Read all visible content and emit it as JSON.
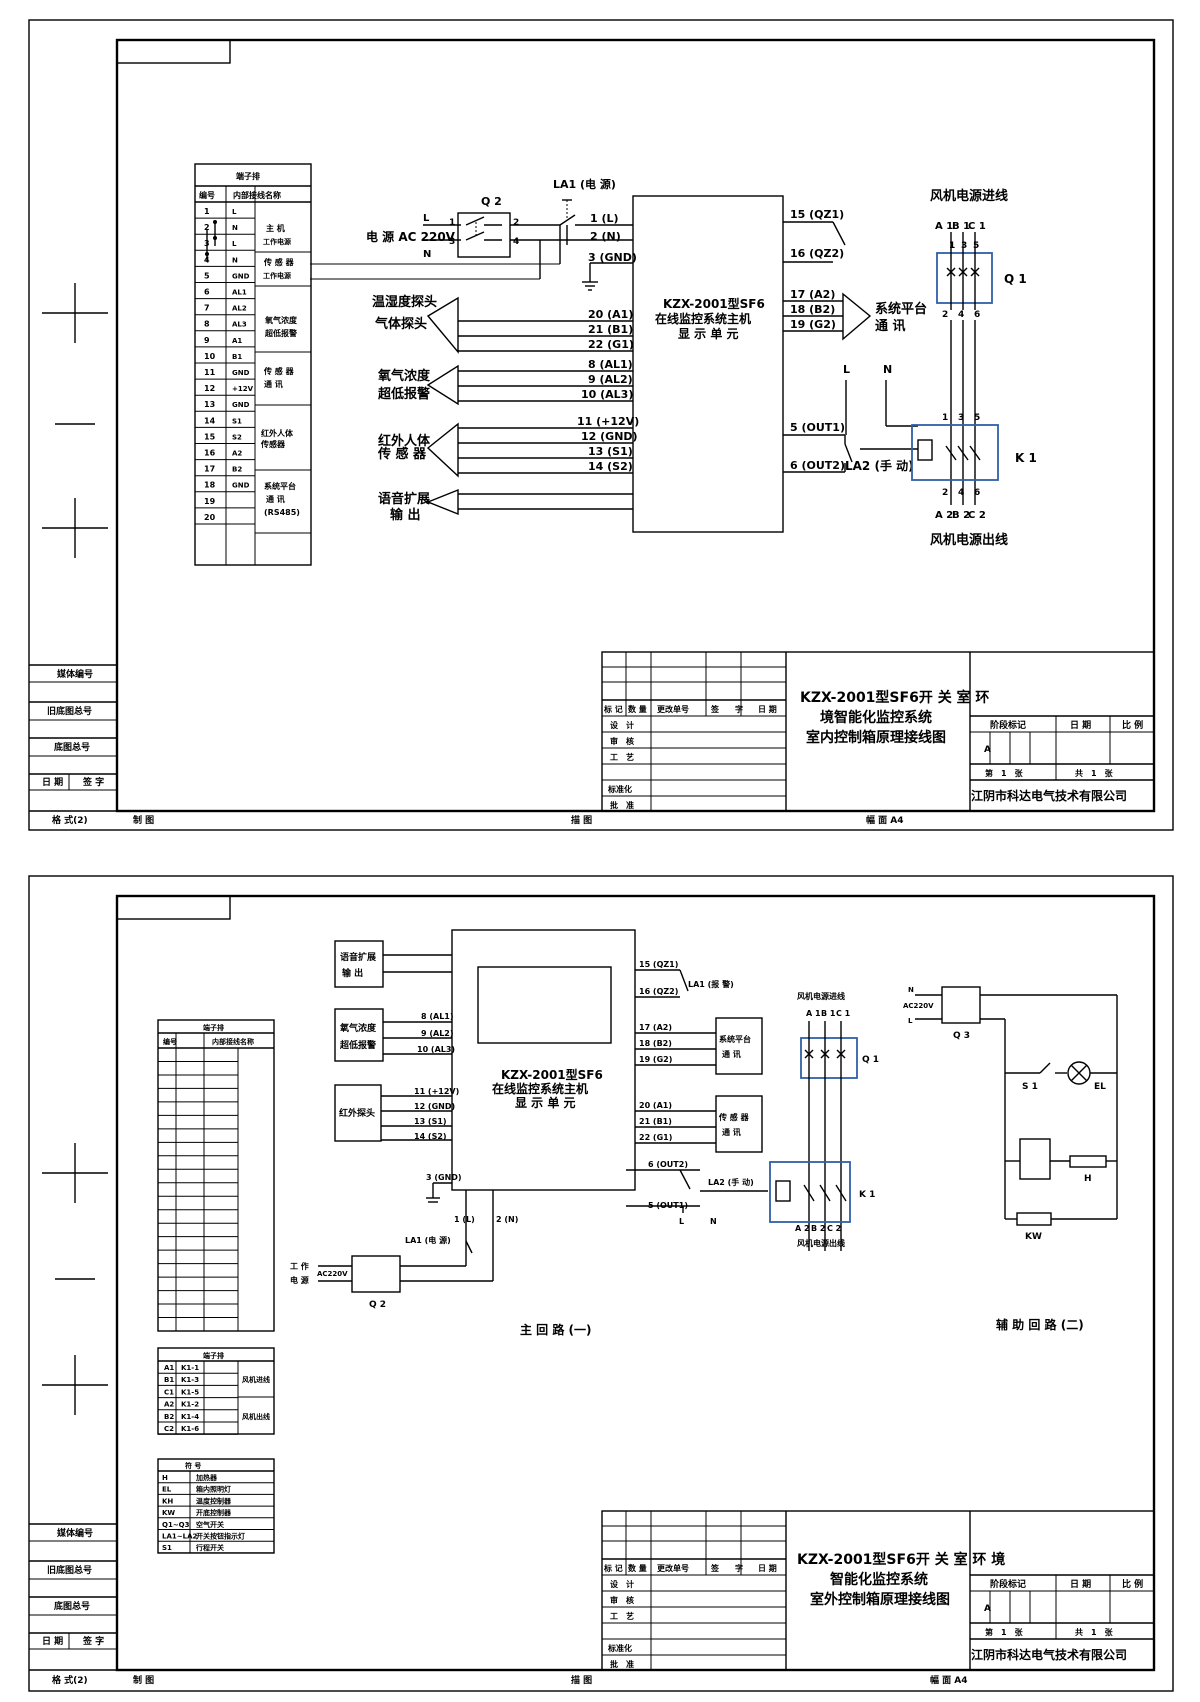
{
  "sheet1": {
    "terminal": {
      "header": "端子排",
      "col_no": "编号",
      "col_name": "内部接线名称",
      "rows": [
        {
          "no": "1",
          "pin": "L"
        },
        {
          "no": "2",
          "pin": "N"
        },
        {
          "no": "3",
          "pin": "L"
        },
        {
          "no": "4",
          "pin": "N"
        },
        {
          "no": "5",
          "pin": "GND"
        },
        {
          "no": "6",
          "pin": "AL1"
        },
        {
          "no": "7",
          "pin": "AL2"
        },
        {
          "no": "8",
          "pin": "AL3"
        },
        {
          "no": "9",
          "pin": "A1"
        },
        {
          "no": "10",
          "pin": "B1"
        },
        {
          "no": "11",
          "pin": "GND"
        },
        {
          "no": "12",
          "pin": "+12V"
        },
        {
          "no": "13",
          "pin": "GND"
        },
        {
          "no": "14",
          "pin": "S1"
        },
        {
          "no": "15",
          "pin": "S2"
        },
        {
          "no": "16",
          "pin": "A2"
        },
        {
          "no": "17",
          "pin": "B2"
        },
        {
          "no": "18",
          "pin": "GND"
        },
        {
          "no": "19",
          "pin": ""
        },
        {
          "no": "20",
          "pin": ""
        }
      ],
      "groups": [
        "主 机",
        "工作电源",
        "传 感 器",
        "工作电源",
        "氧气浓度",
        "超低报警",
        "传 感 器",
        "通 讯",
        "红外人体",
        "传感器",
        "系统平台",
        "通 讯",
        "(RS485)"
      ]
    },
    "power_label": "电 源 AC 220V",
    "l": "L",
    "n": "N",
    "q2": "Q 2",
    "la1": "LA1 (电 源)",
    "q2_pins": [
      "1",
      "2",
      "3",
      "4"
    ],
    "unit": [
      "KZX-2001型SF6",
      "在线监控系统主机",
      "显 示 单 元"
    ],
    "left_terms": [
      "1 (L)",
      "2 (N)",
      "3 (GND)",
      "20 (A1)",
      "21 (B1)",
      "22 (G1)",
      "8 (AL1)",
      "9 (AL2)",
      "10 (AL3)",
      "11 (+12V)",
      "12 (GND)",
      "13 (S1)",
      "14 (S2)"
    ],
    "right_terms": [
      "15 (QZ1)",
      "16 (QZ2)",
      "17 (A2)",
      "18 (B2)",
      "19 (G2)",
      "5 (OUT1)",
      "6 (OUT2)"
    ],
    "sensors": [
      "温湿度探头",
      "气体探头",
      "氧气浓度",
      "超低报警",
      "红外人体",
      "传 感 器",
      "语音扩展",
      "输 出"
    ],
    "platform": [
      "系统平台",
      "通 讯"
    ],
    "la2": "LA2 (手 动)",
    "fan_in": "风机电源进线",
    "fan_out": "风机电源出线",
    "phase_in": [
      "A 1",
      "B 1",
      "C 1"
    ],
    "phase_out": [
      "A 2",
      "B 2",
      "C 2"
    ],
    "q1": "Q 1",
    "k1": "K 1",
    "q1_pins_top": [
      "1",
      "3",
      "5"
    ],
    "q1_pins_bot": [
      "2",
      "4",
      "6"
    ],
    "ln_l": "L",
    "ln_n": "N",
    "title": [
      "KZX-2001型SF6开 关 室 环",
      "境智能化监控系统",
      "室内控制箱原理接线图"
    ]
  },
  "sheet2": {
    "terminal": {
      "header": "端子排",
      "col_no": "编号",
      "col_name": "内部接线名称",
      "rows_count": 21
    },
    "terminal2": {
      "header": "端子排",
      "rows": [
        [
          "A1",
          "K1-1"
        ],
        [
          "B1",
          "K1-3"
        ],
        [
          "C1",
          "K1-5"
        ],
        [
          "A2",
          "K1-2"
        ],
        [
          "B2",
          "K1-4"
        ],
        [
          "C2",
          "K1-6"
        ]
      ],
      "groups": [
        "风机进线",
        "风机出线"
      ]
    },
    "legend": {
      "header": "符 号",
      "rows": [
        [
          "H",
          "加热器"
        ],
        [
          "EL",
          "箱内照明灯"
        ],
        [
          "KH",
          "温度控制器"
        ],
        [
          "KW",
          "开底控制器"
        ],
        [
          "Q1~Q3",
          "空气开关"
        ],
        [
          "LA1~LA2",
          "开关按钮指示灯"
        ],
        [
          "S1",
          "行程开关"
        ]
      ]
    },
    "voice": [
      "语音扩展",
      "输 出"
    ],
    "oxygen": [
      "氧气浓度",
      "超低报警"
    ],
    "ir": "红外探头",
    "unit": [
      "KZX-2001型SF6",
      "在线监控系统主机",
      "显 示 单 元"
    ],
    "left_terms": [
      "8 (AL1)",
      "9 (AL2)",
      "10 (AL3)",
      "11 (+12V)",
      "12 (GND)",
      "13 (S1)",
      "14 (S2)",
      "3 (GND)"
    ],
    "right_terms": [
      "15 (QZ1)",
      "16 (QZ2)",
      "17 (A2)",
      "18 (B2)",
      "19 (G2)",
      "20 (A1)",
      "21 (B1)",
      "22 (G1)",
      "6 (OUT2)",
      "5 (OUT1)"
    ],
    "bottom_terms": [
      "1 (L)",
      "2 (N)"
    ],
    "la1": "LA1 (报 警)",
    "la1_power": "LA1 (电 源)",
    "la2": "LA2 (手 动)",
    "platform": [
      "系统平台",
      "通 讯"
    ],
    "sensor": [
      "传 感 器",
      "通 讯"
    ],
    "fan_in": "风机电源进线",
    "fan_out": "风机电源出线",
    "phase_in": [
      "A 1",
      "B 1",
      "C 1"
    ],
    "phase_out": [
      "A 2",
      "B 2",
      "C 2"
    ],
    "q1": "Q 1",
    "k1": "K 1",
    "q2": "Q 2",
    "q3": "Q 3",
    "work_power": [
      "工 作",
      "电 源"
    ],
    "ac": "AC220V",
    "l": "L",
    "n": "N",
    "aux_n": "N",
    "aux_l": "L",
    "aux_ac": "AC220V",
    "s1": "S 1",
    "el": "EL",
    "h": "H",
    "kw": "KW",
    "main_loop": "主 回 路 (一)",
    "aux_loop": "辅 助 回 路 (二)",
    "title": [
      "KZX-2001型SF6开 关 室 环 境",
      "智能化监控系统",
      "室外控制箱原理接线图"
    ]
  },
  "titleblock": {
    "hdr": [
      "标 记",
      "数 量",
      "更改单号",
      "签　　字",
      "日 期"
    ],
    "roles": [
      "设　计",
      "审　核",
      "工　艺",
      "标准化",
      "批　准"
    ],
    "stage": "阶段标记",
    "date": "日 期",
    "scale": "比 例",
    "stage_val": "A",
    "sheet_no": "第　1　张",
    "sheet_total": "共　1　张",
    "company": "江阴市科达电气技术有限公司",
    "left_labels": [
      "媒体编号",
      "旧底图总号",
      "底图总号",
      "日 期",
      "签 字"
    ],
    "bottom": [
      "格 式(2)",
      "制 图",
      "描 图",
      "幅 面 A4"
    ]
  }
}
